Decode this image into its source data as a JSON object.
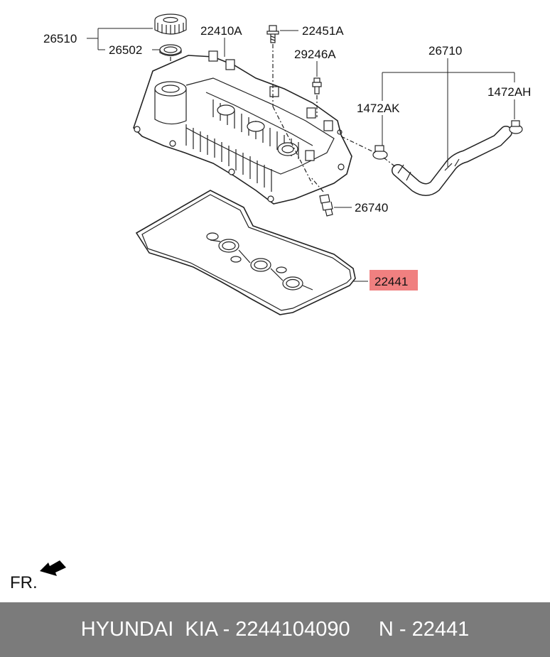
{
  "callouts": {
    "p26510": "26510",
    "p26502": "26502",
    "p22410A": "22410A",
    "p22451A": "22451A",
    "p29246A": "29246A",
    "p26710": "26710",
    "p1472AK": "1472AK",
    "p1472AH": "1472AH",
    "p26740": "26740",
    "p22441": "22441"
  },
  "highlight_color": "#f08080",
  "direction_label": "FR.",
  "footer": {
    "brand": "HYUNDAI  KIA - 2244104090",
    "ref": "N - 22441"
  },
  "colors": {
    "footer_bg": "#7b7b7b",
    "footer_text": "#ffffff",
    "line": "#222222"
  }
}
